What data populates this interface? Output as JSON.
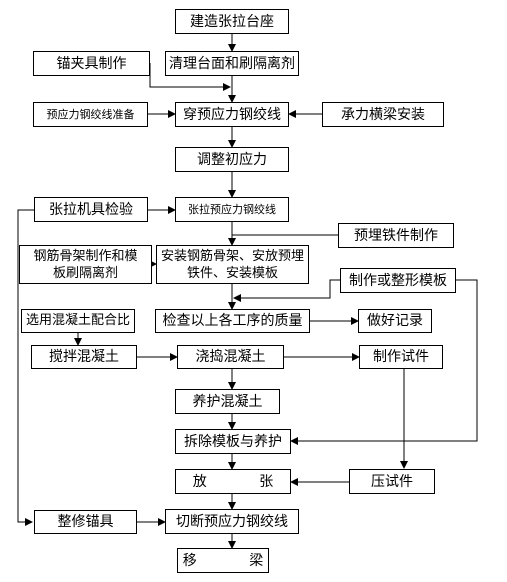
{
  "nodes": {
    "build_bed": "建造张拉台座",
    "clean_bed": "清理台面和刷隔离剂",
    "anchor_make": "锚夹具制作",
    "strand_prep": "预应力钢绞线准备",
    "thread_strand": "穿预应力钢绞线",
    "beam_install": "承力横梁安装",
    "adjust_stress": "调整初应力",
    "jack_check": "张拉机具检验",
    "tension_strand": "张拉预应力钢绞线",
    "embed_parts": "预埋铁件制作",
    "rebar_make_l1": "钢筋骨架制作和模",
    "rebar_make_l2": "板刷隔离剂",
    "install_l1": "安装钢筋骨架、安放预埋",
    "install_l2": "铁件、安装模板",
    "formwork_make": "制作或整形模板",
    "mix_ratio": "选用混凝土配合比",
    "quality_check": "检查以上各工序的质量",
    "record": "做好记录",
    "mix_concrete": "搅拌混凝土",
    "pour_concrete": "浇捣混凝土",
    "test_piece": "制作试件",
    "cure_concrete": "养护混凝土",
    "remove_formwork": "拆除模板与养护",
    "release": "放 张",
    "press_test": "压试件",
    "repair_anchor": "整修锚具",
    "cut_strand": "切断预应力钢绞线",
    "move_beam": "移 梁"
  },
  "colors": {
    "line": "#000000",
    "box_border": "#000000",
    "background": "#ffffff"
  }
}
